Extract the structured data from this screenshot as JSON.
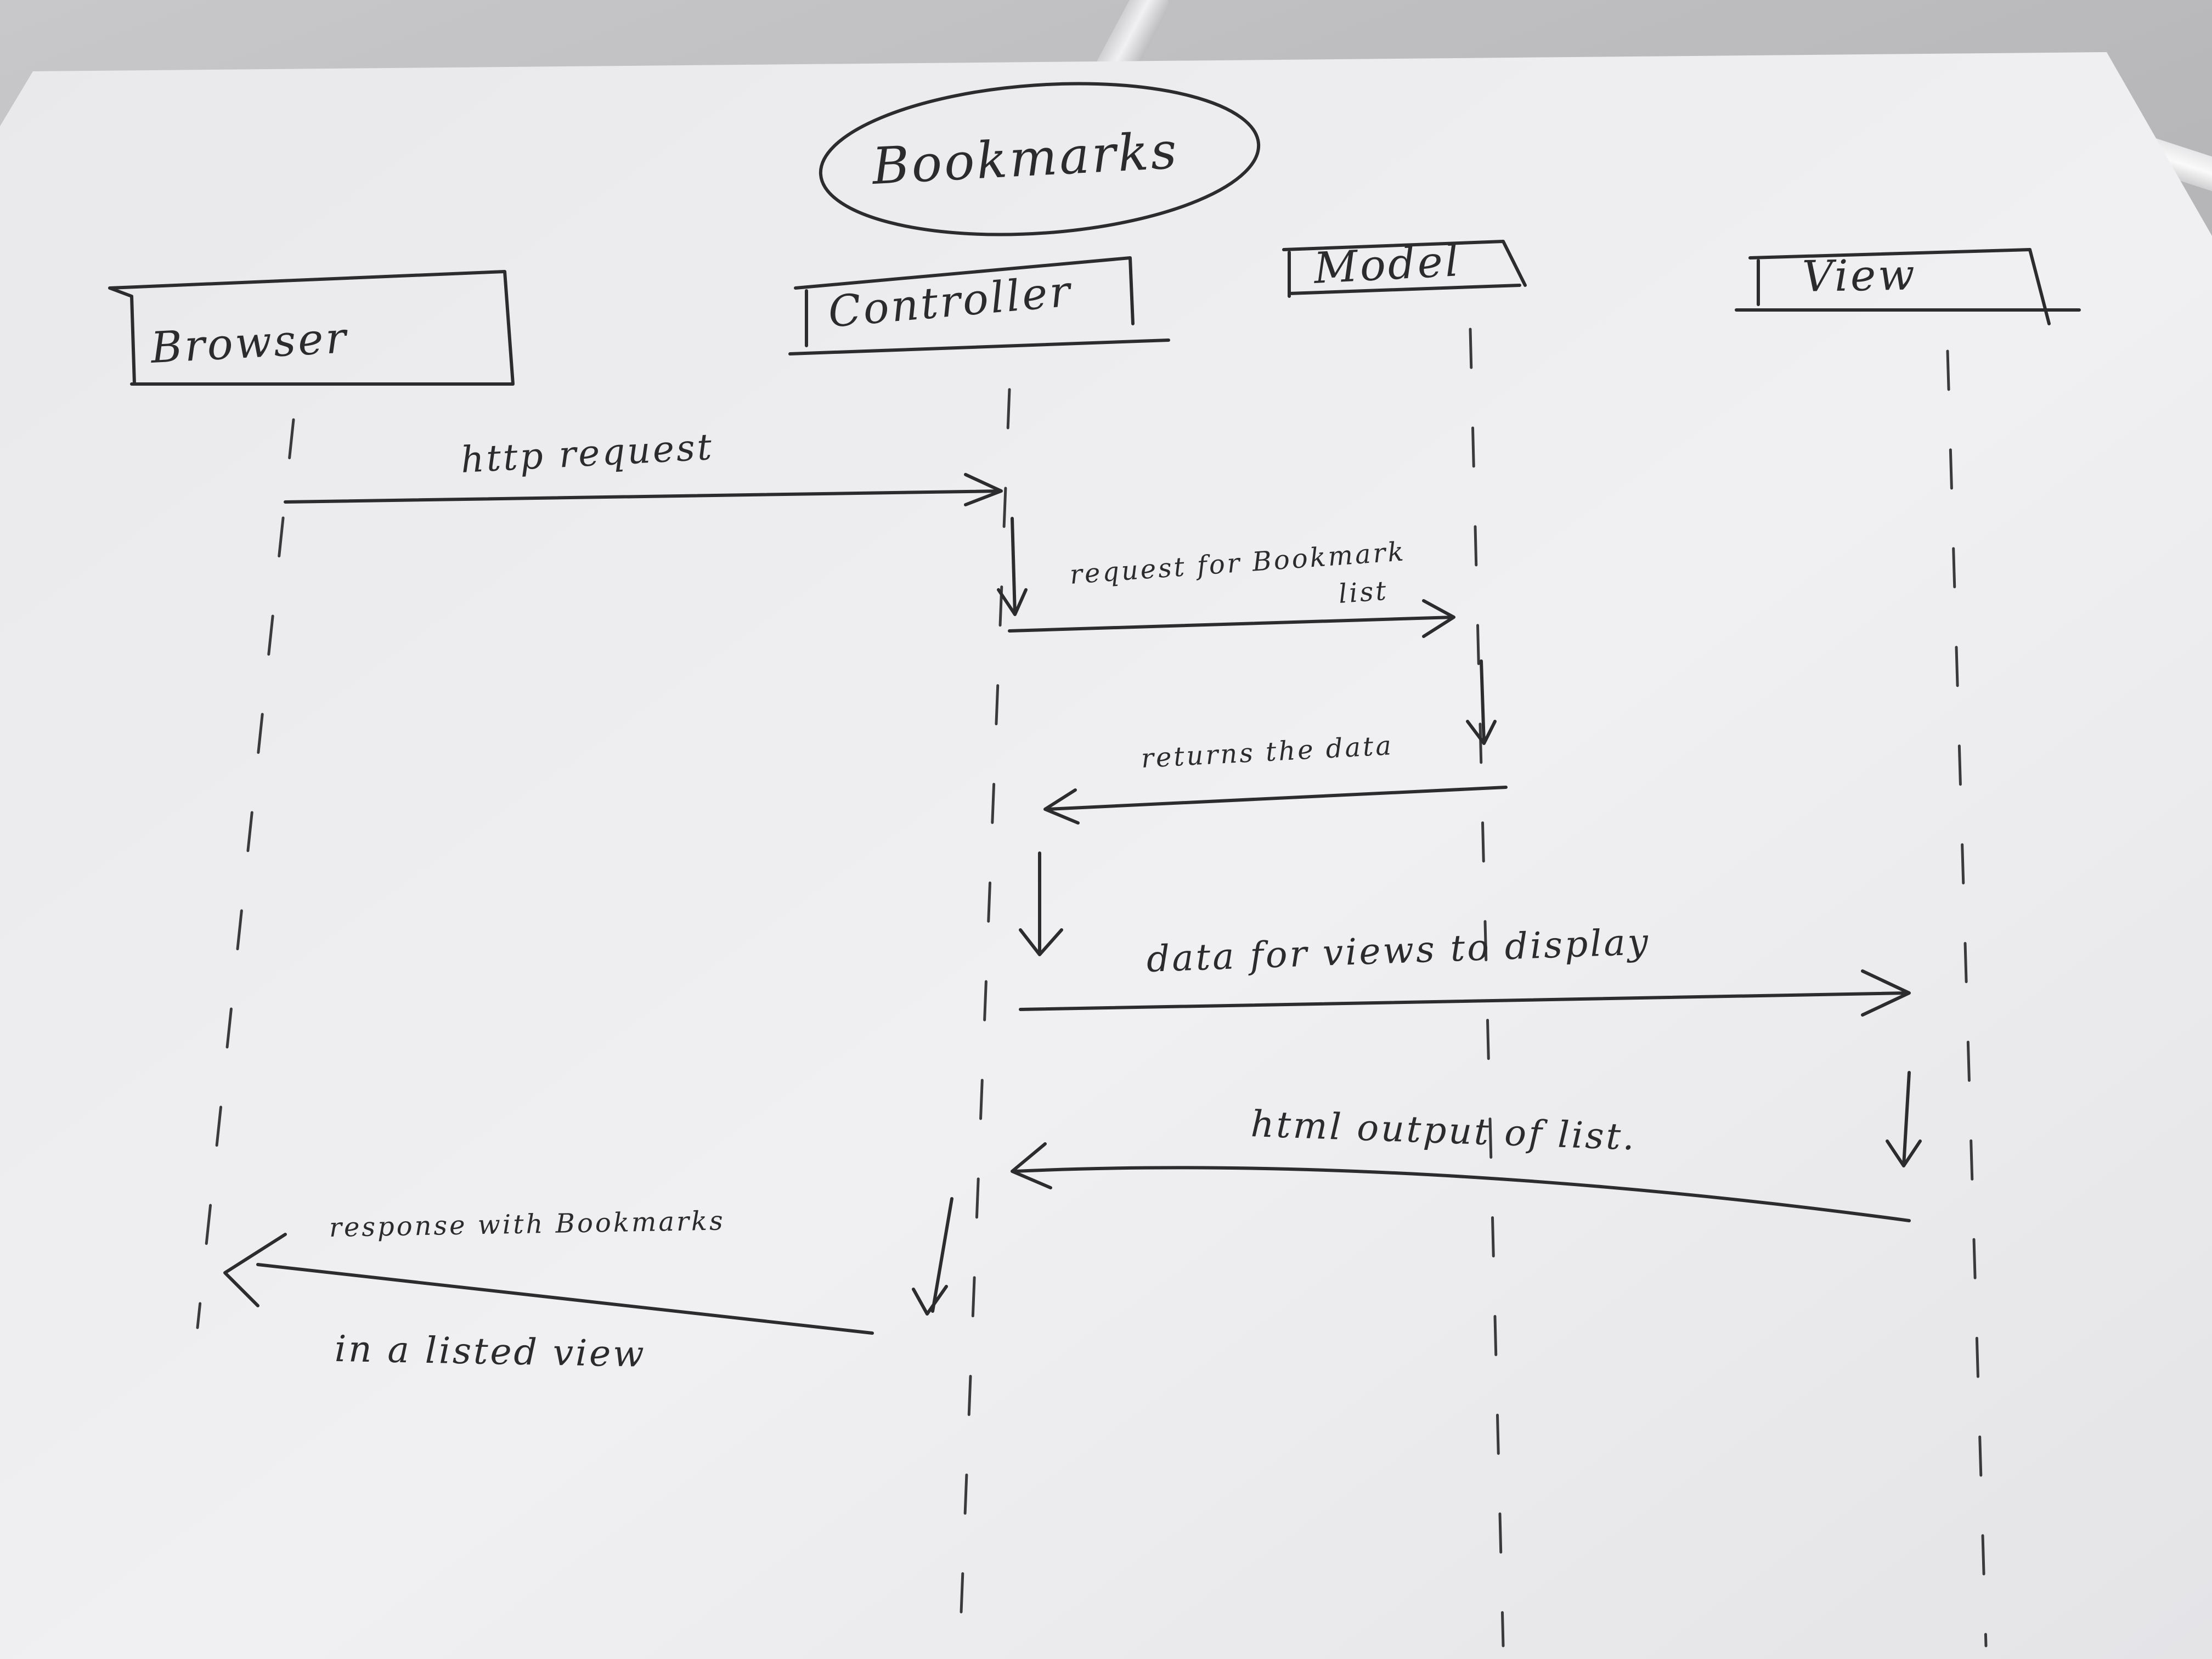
{
  "diagram": {
    "title": "Bookmarks",
    "actors": {
      "browser": "Browser",
      "controller": "Controller",
      "model": "Model",
      "view": "View"
    },
    "messages": {
      "m1": "http request",
      "m2_line1": "request for Bookmark",
      "m2_line2": "list",
      "m3": "returns the data",
      "m4": "data for views to display",
      "m5": "html output of list.",
      "m6_line1": "response with Bookmarks",
      "m6_line2": "in a listed view"
    }
  }
}
